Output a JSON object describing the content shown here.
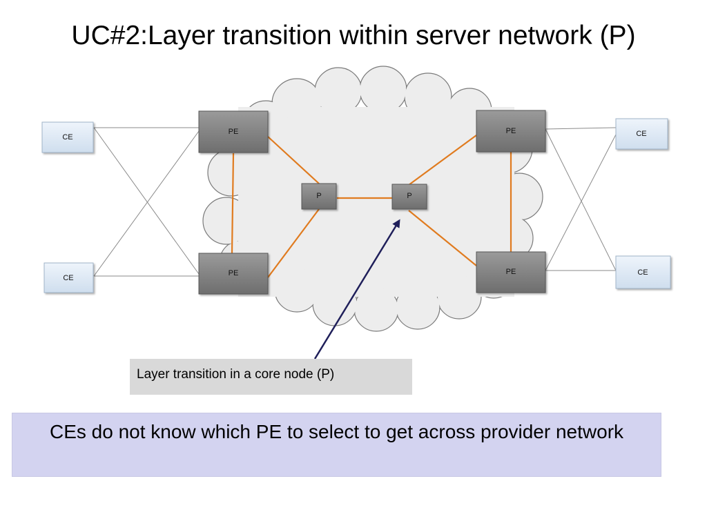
{
  "slide": {
    "title": "UC#2:Layer transition within server network (P)"
  },
  "diagram": {
    "nodes": {
      "ce_top_left": "CE",
      "ce_bottom_left": "CE",
      "ce_top_right": "CE",
      "ce_bottom_right": "CE",
      "pe_top_left": "PE",
      "pe_bottom_left": "PE",
      "pe_top_right": "PE",
      "pe_bottom_right": "PE",
      "p_left": "P",
      "p_right": "P"
    },
    "colors": {
      "core_link": "#e07b1f",
      "access_link": "#8a8a8a",
      "pe_fill": "#7f7f7f",
      "ce_fill": "#dce9f5",
      "cloud_fill": "#ededed",
      "arrow": "#1f1f5a"
    }
  },
  "callout": {
    "text": "Layer transition in a core node (P)"
  },
  "note": {
    "text": "CEs do not know which PE to select to get across provider network"
  }
}
